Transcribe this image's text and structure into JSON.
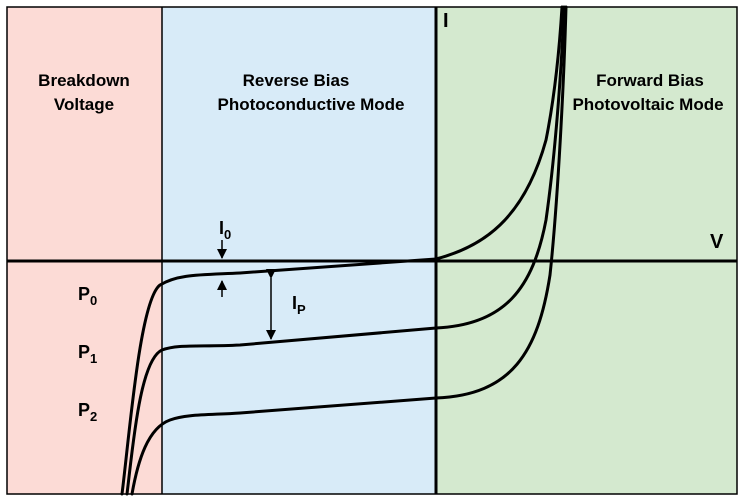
{
  "colors": {
    "breakdown_region": "#fcdbd6",
    "reverse_region": "#d8ebf8",
    "forward_region": "#d4e9cf",
    "ink": "#000000"
  },
  "regions": {
    "breakdown": {
      "line1": "Breakdown",
      "line2": "Voltage"
    },
    "reverse": {
      "line1": "Reverse Bias",
      "line2": "Photoconductive Mode"
    },
    "forward": {
      "line1": "Forward Bias",
      "line2": "Photovoltaic Mode"
    }
  },
  "axes": {
    "y_label": "I",
    "x_label": "V"
  },
  "annotations": {
    "dark_current": {
      "symbol": "I",
      "subscript": "0"
    },
    "photocurrent": {
      "symbol": "I",
      "subscript": "P"
    }
  },
  "curves": [
    {
      "symbol": "P",
      "subscript": "0"
    },
    {
      "symbol": "P",
      "subscript": "1"
    },
    {
      "symbol": "P",
      "subscript": "2"
    }
  ]
}
